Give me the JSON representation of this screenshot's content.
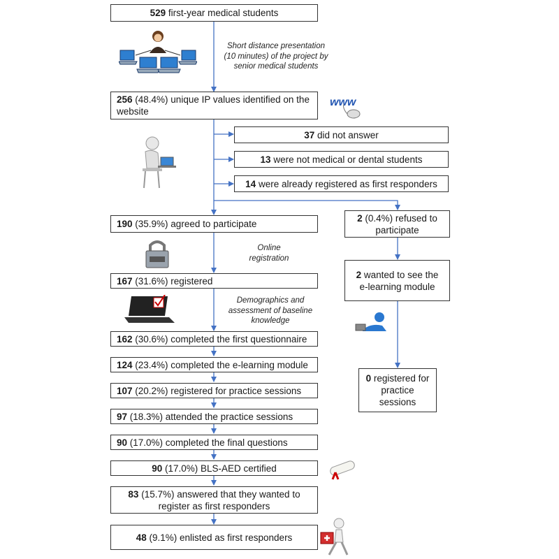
{
  "boxes": {
    "b529": {
      "num": "529",
      "text": " first-year medical students"
    },
    "b256": {
      "num": "256",
      "text": " (48.4%) unique IP values identified on the website"
    },
    "b37": {
      "num": "37",
      "text": " did not answer"
    },
    "b13": {
      "num": "13",
      "text": " were not medical or dental students"
    },
    "b14": {
      "num": "14",
      "text": " were already registered as first responders"
    },
    "b190": {
      "num": "190",
      "text": " (35.9%) agreed to participate"
    },
    "b2r": {
      "num": "2",
      "text": " (0.4%) refused to participate"
    },
    "b167": {
      "num": "167",
      "text": " (31.6%) registered"
    },
    "b2w": {
      "num": "2",
      "text": " wanted to see the e-learning module"
    },
    "b162": {
      "num": "162",
      "text": " (30.6%) completed the first questionnaire"
    },
    "b124": {
      "num": "124",
      "text": " (23.4%) completed the e-learning module"
    },
    "b107": {
      "num": "107",
      "text": " (20.2%) registered for practice sessions"
    },
    "b0": {
      "num": "0",
      "text": " registered for practice sessions"
    },
    "b97": {
      "num": "97",
      "text": " (18.3%) attended the practice sessions"
    },
    "b90q": {
      "num": "90",
      "text": " (17.0%) completed the final questions"
    },
    "b90c": {
      "num": "90",
      "text": " (17.0%) BLS-AED certified"
    },
    "b83": {
      "num": "83",
      "text": " (15.7%) answered that they wanted to register as first responders"
    },
    "b48": {
      "num": "48",
      "text": " (9.1%) enlisted as first responders"
    }
  },
  "notes": {
    "presentation": "Short distance presentation (10 minutes) of the project by senior medical students",
    "online": "Online registration",
    "demographics": "Demographics and assessment of baseline knowledge"
  },
  "icons": [
    "laptops-network-icon",
    "www-mouse-icon",
    "person-at-computer-icon",
    "padlock-icon",
    "laptop-checklist-icon",
    "person-lying-laptop-icon",
    "diploma-icon",
    "runner-first-aid-icon"
  ],
  "colors": {
    "arrow": "#4472c4",
    "border": "#333333"
  }
}
